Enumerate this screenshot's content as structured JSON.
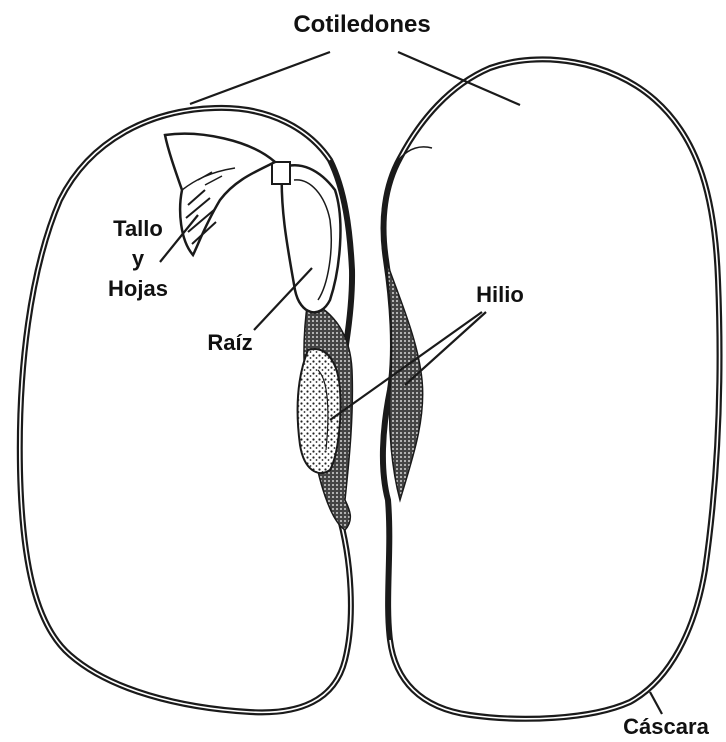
{
  "labels": {
    "cotiledones": "Cotiledones",
    "tallo": "Tallo",
    "y": "y",
    "hojas": "Hojas",
    "raiz": "Raíz",
    "hilio": "Hilio",
    "cascara": "Cáscara"
  },
  "colors": {
    "outline": "#1a1a1a",
    "texture": "#3a3a3a",
    "background": "#ffffff"
  }
}
